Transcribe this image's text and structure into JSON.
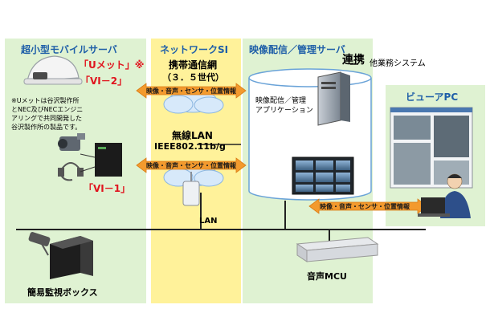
{
  "colors": {
    "left_panel": "#dff2d2",
    "network_panel": "#fff29a",
    "server_panel": "#dff2d2",
    "viewer_panel": "#dff2d2",
    "title_blue": "#1f5fa8",
    "accent_red": "#e0141e",
    "arrow_orange": "#f39a2e",
    "cloud_blue": "#d7e9fa"
  },
  "sections": {
    "server": {
      "title": "超小型モバイルサーバ"
    },
    "network": {
      "title": "ネットワークSI"
    },
    "distribution": {
      "title": "映像配信／管理サーバ"
    },
    "viewer": {
      "title": "ビューアPC"
    }
  },
  "labels": {
    "umet": "「Uメット」※",
    "vi2": "「VI－2」",
    "footnote": [
      "※Uメットは谷沢製作所",
      "とNEC及びNECエンジニ",
      "アリングで共同開発した",
      "谷沢製作所の製品です。"
    ],
    "vi1": "「VI－1」",
    "monitor_box": "簡易監視ボックス",
    "mobile_net_1": "携帯通信網",
    "mobile_net_2": "（３．５世代）",
    "wlan_1": "無線LAN",
    "wlan_2": "IEEE802.11b/g",
    "lan": "LAN",
    "app_1": "映像配信／管理",
    "app_2": "アプリケーション",
    "link": "連携",
    "other_system": "他業務システム",
    "mcu": "音声MCU"
  },
  "arrows": [
    {
      "text": "映像・音声・センサ・位置情報"
    },
    {
      "text": "映像・音声・センサ・位置情報"
    },
    {
      "text": "映像・音声・センサ・位置情報"
    }
  ],
  "icons": [
    "helmet-camera-icon",
    "camcorder-icon",
    "headset-icon",
    "mobile-server-icon",
    "surveillance-camera-icon",
    "monitor-box-icon",
    "antenna-icon",
    "tower-server-icon",
    "video-wall-icon",
    "rack-server-icon",
    "laptop-screen-icon",
    "person-icon",
    "cloud-icon",
    "database-cylinder-icon"
  ]
}
